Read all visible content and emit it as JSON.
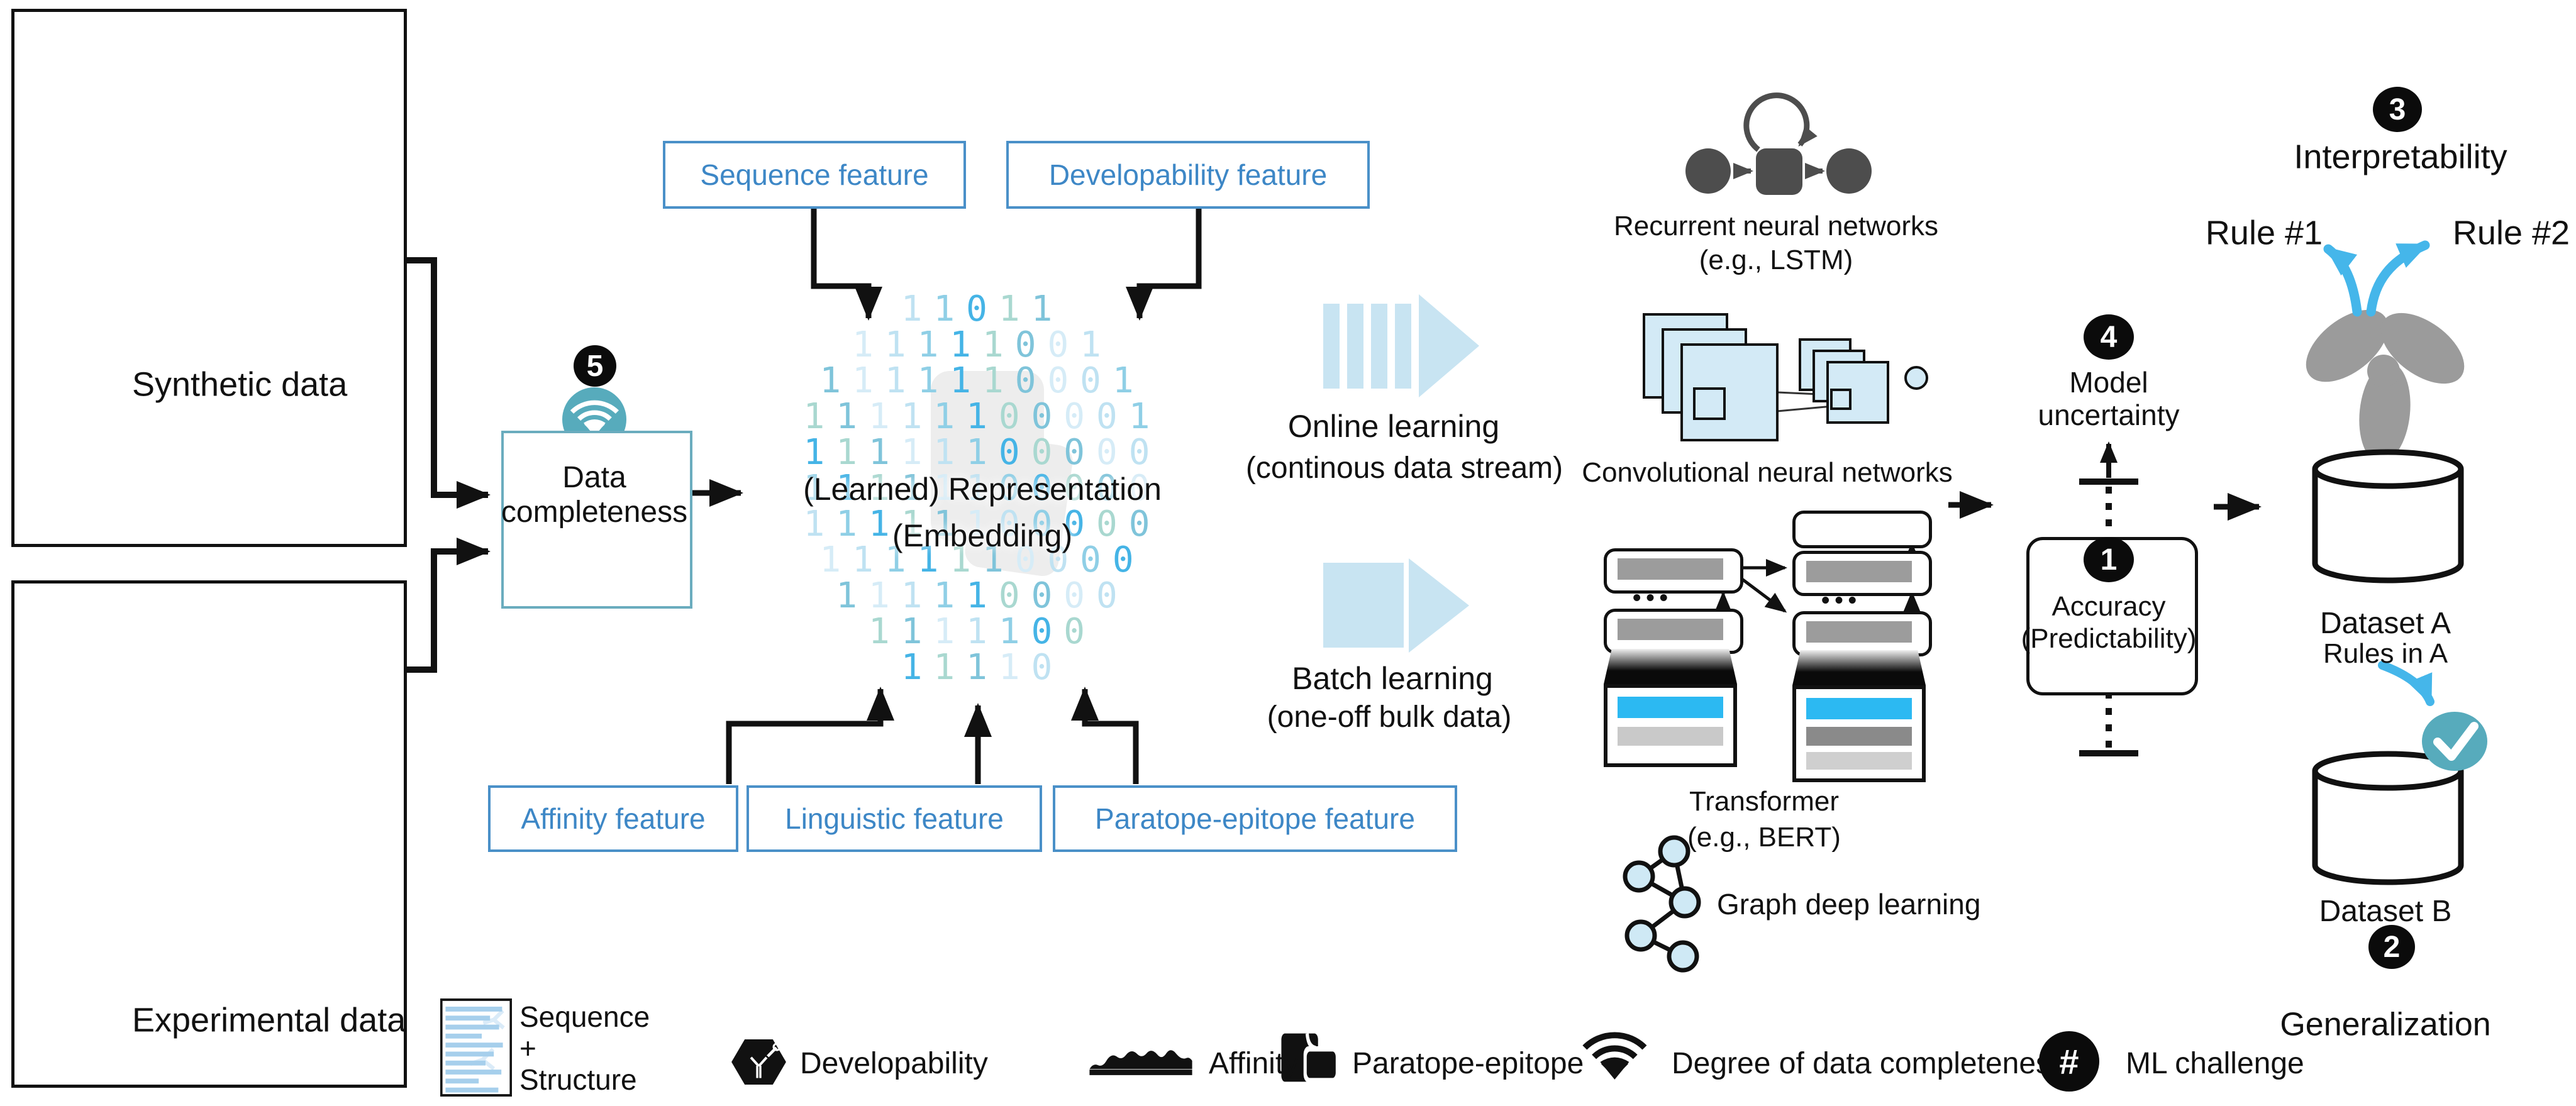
{
  "sources": {
    "synthetic": {
      "label": "Synthetic data"
    },
    "experimental": {
      "label": "Experimental data"
    }
  },
  "data_completeness": {
    "badge": "5",
    "line1": "Data",
    "line2": "completeness"
  },
  "features": {
    "sequence": "Sequence feature",
    "developability": "Developability feature",
    "affinity": "Affinity feature",
    "linguistic": "Linguistic feature",
    "paratope_epitope": "Paratope-epitope feature"
  },
  "embedding": {
    "line1": "(Learned) Representation",
    "line2": "(Embedding)",
    "binary_rows": [
      "11011",
      "11111001",
      "1111110001",
      "11111100001",
      "11111100000",
      "11111100000",
      "11111100000",
      "1111110000",
      "111110000",
      "1111100",
      "11110"
    ],
    "palette": [
      "#bfe2f2",
      "#8fcfe6",
      "#45b4e6",
      "#a9d8d0",
      "#7fc4da",
      "#d6ecf7"
    ]
  },
  "learning_modes": {
    "online": {
      "title": "Online learning",
      "subtitle": "(continous data stream)"
    },
    "batch": {
      "title": "Batch learning",
      "subtitle": "(one-off bulk data)"
    }
  },
  "architectures": {
    "rnn": {
      "line1": "Recurrent neural networks",
      "line2": "(e.g., LSTM)"
    },
    "cnn": {
      "label": "Convolutional neural networks"
    },
    "transformer": {
      "line1": "Transformer",
      "line2": "(e.g., BERT)",
      "dots": "•••"
    },
    "graph": {
      "label": "Graph deep learning"
    }
  },
  "evaluation": {
    "model_uncertainty": {
      "badge": "4",
      "line1": "Model",
      "line2": "uncertainty"
    },
    "accuracy": {
      "badge": "1",
      "line1": "Accuracy",
      "line2": "(Predictability)"
    }
  },
  "interpretability": {
    "badge": "3",
    "label": "Interpretability",
    "rule1": "Rule #1",
    "rule2": "Rule #2"
  },
  "generalization": {
    "badge": "2",
    "label": "Generalization",
    "dataset_a": "Dataset A",
    "rules_in_a": "Rules in A",
    "dataset_b": "Dataset B"
  },
  "legend": {
    "sequence_structure": {
      "line1": "Sequence",
      "line2": "+",
      "line3": "Structure"
    },
    "developability": "Developability",
    "affinity": "Affinity",
    "paratope_epitope": "Paratope-epitope",
    "data_completeness": "Degree of data completeness",
    "ml_challenge": {
      "symbol": "#",
      "label": "ML challenge"
    }
  },
  "colors": {
    "feature_blue": "#3d87c6",
    "light_blue_icon": "#c8e4f2",
    "teal": "#57abbc",
    "bright_blue_arrow": "#45b6ea",
    "cyan_bar": "#2cb9f2",
    "black": "#111111",
    "gray_antibody": "#9b9b9b"
  }
}
